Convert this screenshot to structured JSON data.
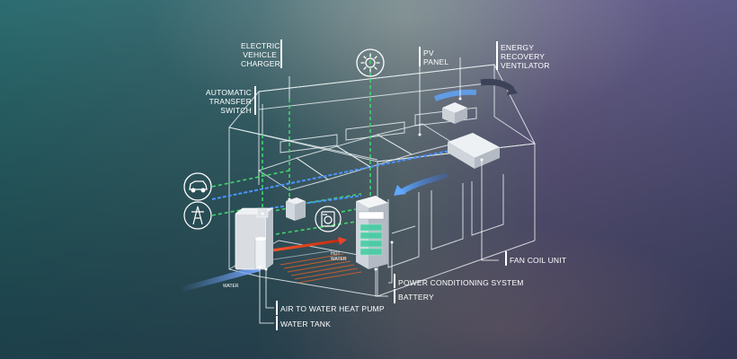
{
  "labels": {
    "ev_charger": [
      "ELECTRIC",
      "VEHICLE",
      "CHARGER"
    ],
    "ats": [
      "AUTOMATIC",
      "TRANSFER",
      "SWITCH"
    ],
    "pv_panel": [
      "PV",
      "PANEL"
    ],
    "erv": [
      "ENERGY",
      "RECOVERY",
      "VENTILATOR"
    ],
    "fan_coil": "FAN COIL UNIT",
    "pcs": "POWER CONDITIONING SYSTEM",
    "battery": "BATTERY",
    "heat_pump": "AIR TO WATER HEAT PUMP",
    "water_tank": "WATER TANK",
    "water_in": "WATER",
    "hot_water": [
      "HOT",
      "WATER"
    ]
  },
  "icons": [
    "sun-icon",
    "car-icon",
    "power-tower-icon",
    "washing-machine-icon"
  ],
  "colors": {
    "background_left": "#2f6a6f",
    "background_right": "#6a5a8a",
    "green_line": "#3fd56a",
    "blue_line": "#3a8cff",
    "hot_pipe": "#e8452a"
  }
}
